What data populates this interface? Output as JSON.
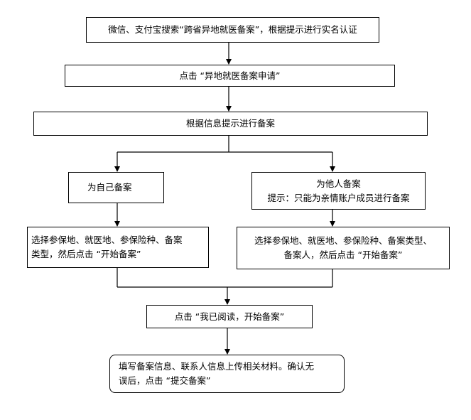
{
  "flowchart": {
    "steps": [
      {
        "id": "search",
        "lines": [
          "微信、支付宝搜索“跨省异地就医备案”，根据提示进行实名认证"
        ]
      },
      {
        "id": "apply",
        "lines": [
          "点击 “异地就医备案申请”"
        ]
      },
      {
        "id": "info",
        "lines": [
          "根据信息提示进行备案"
        ]
      },
      {
        "id": "self",
        "lines": [
          "为自己备案"
        ]
      },
      {
        "id": "others",
        "lines": [
          "为他人备案",
          "提示：只能为亲情账户成员进行备案"
        ]
      },
      {
        "id": "self_select",
        "lines": [
          "选择参保地、就医地、参保险种、备案",
          "类型，然后点击 “开始备案”"
        ]
      },
      {
        "id": "others_select",
        "lines": [
          "选择参保地、就医地、参保险种、备案类型、",
          "备案人，然后点击 “开始备案”"
        ]
      },
      {
        "id": "read",
        "lines": [
          "点击 “我已阅读，开始备案”"
        ]
      },
      {
        "id": "submit",
        "lines": [
          "填写备案信息、联系人信息上传相关材料。确认无",
          "误后，点击 “提交备案”"
        ]
      }
    ]
  }
}
